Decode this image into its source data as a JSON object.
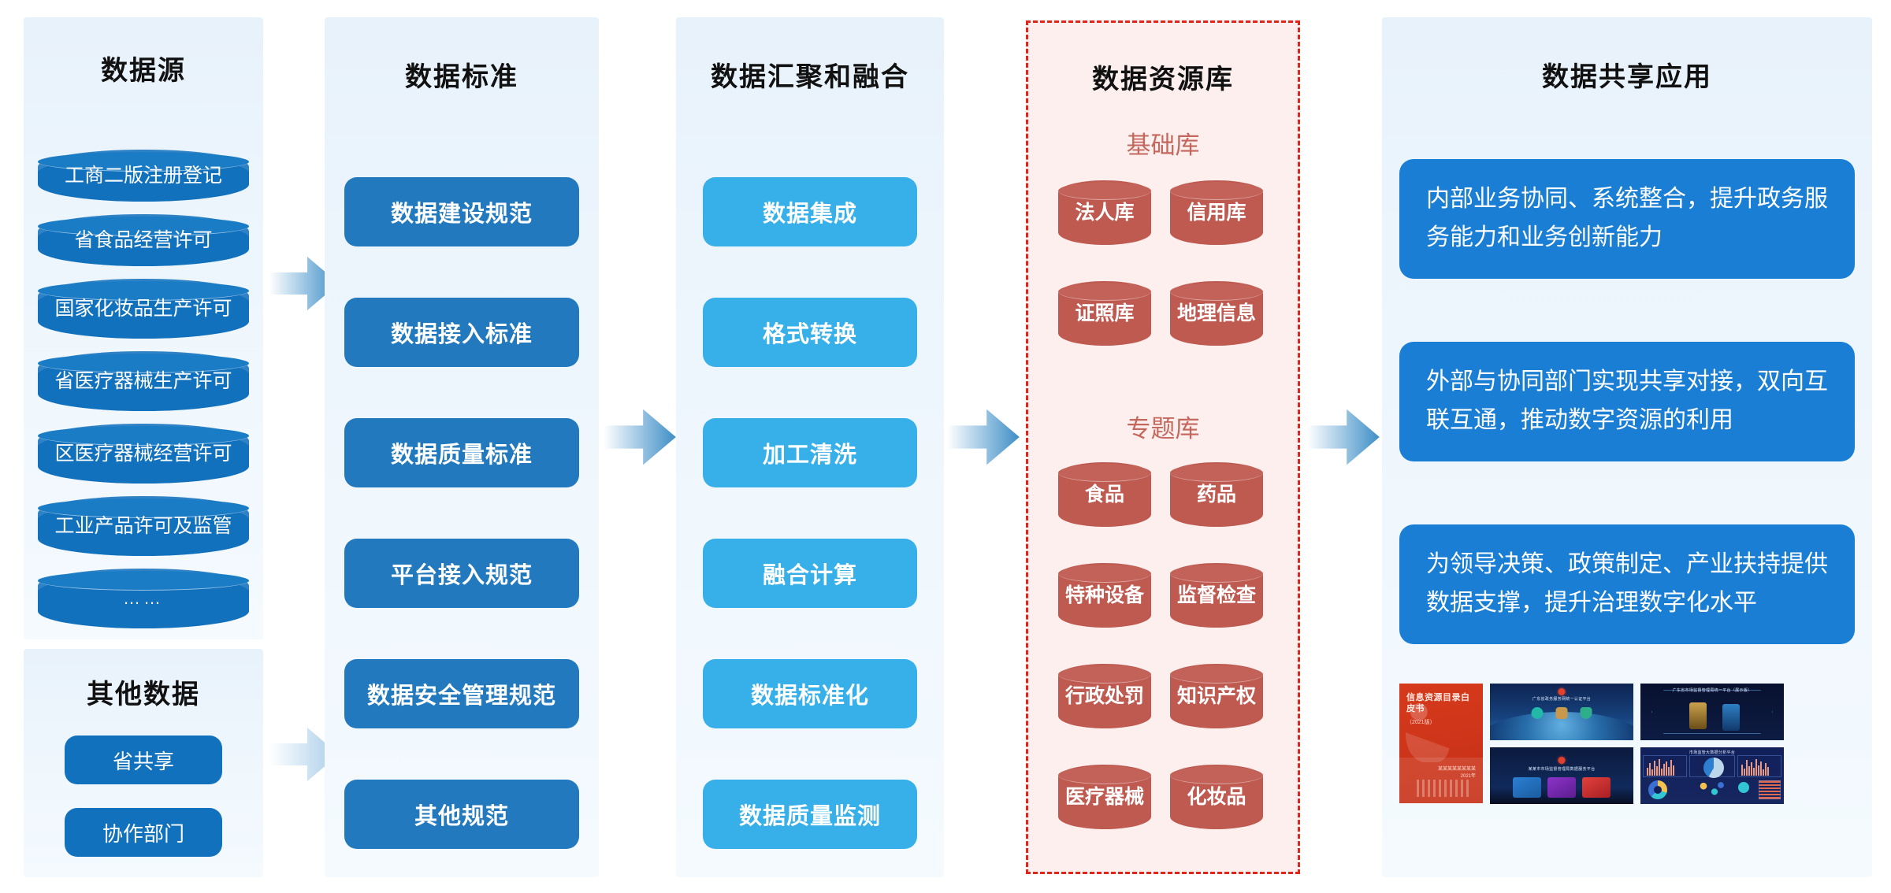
{
  "diagram": {
    "title_columns": [
      "数据源",
      "数据标准",
      "数据汇聚和融合",
      "数据资源库",
      "数据共享应用"
    ],
    "accent_colors": {
      "source_cylinder": "#1271bd",
      "standard_pill": "#2279bd",
      "fusion_pill": "#37b0ea",
      "resource_border": "#e1251b",
      "resource_bg": "#fcefee",
      "resource_cylinder": "#bf5a51",
      "app_card": "#1a7fd4",
      "column_bg": "#eaf4fc",
      "arrow": "#5a9fd4"
    }
  },
  "col_source": {
    "title": "数据源",
    "items": [
      "工商二版注册登记",
      "省食品经营许可",
      "国家化妆品生产许可",
      "省医疗器械生产许可",
      "区医疗器械经营许可",
      "工业产品许可及监管",
      "……"
    ]
  },
  "col_other": {
    "title": "其他数据",
    "items": [
      "省共享",
      "协作部门"
    ]
  },
  "col_standard": {
    "title": "数据标准",
    "items": [
      "数据建设规范",
      "数据接入标准",
      "数据质量标准",
      "平台接入规范",
      "数据安全管理规范",
      "其他规范"
    ]
  },
  "col_fusion": {
    "title": "数据汇聚和融合",
    "items": [
      "数据集成",
      "格式转换",
      "加工清洗",
      "融合计算",
      "数据标准化",
      "数据质量监测"
    ]
  },
  "col_resource": {
    "title": "数据资源库",
    "groups": [
      {
        "label": "基础库",
        "items": [
          "法人库",
          "信用库",
          "证照库",
          "地理信息"
        ]
      },
      {
        "label": "专题库",
        "items": [
          "食品",
          "药品",
          "特种设备",
          "监督检查",
          "行政处罚",
          "知识产权",
          "医疗器械",
          "化妆品"
        ]
      }
    ]
  },
  "col_app": {
    "title": "数据共享应用",
    "cards": [
      "内部业务协同、系统整合，提升政务服务能力和业务创新能力",
      "外部与协同部门实现共享对接，双向互联互通，推动数字资源的利用",
      "为领导决策、政策制定、产业扶持提供数据支撑，提升治理数字化水平"
    ],
    "thumbnails": {
      "book": {
        "title": "信息资源目录白皮书",
        "subtitle": "（2021版）",
        "org": "某某某某某某某某",
        "date": "2021年"
      },
      "shots": [
        {
          "caption": "广东省政务服务网统一认证平台"
        },
        {
          "caption": "广东省市场监督管理局统一平台（展示版）"
        },
        {
          "caption": "某某市市场监督管理局数据服务平台"
        },
        {
          "caption": "市场监管大数据分析平台"
        }
      ]
    }
  },
  "arrows": {
    "count": 4,
    "glyph": "right-arrow"
  }
}
